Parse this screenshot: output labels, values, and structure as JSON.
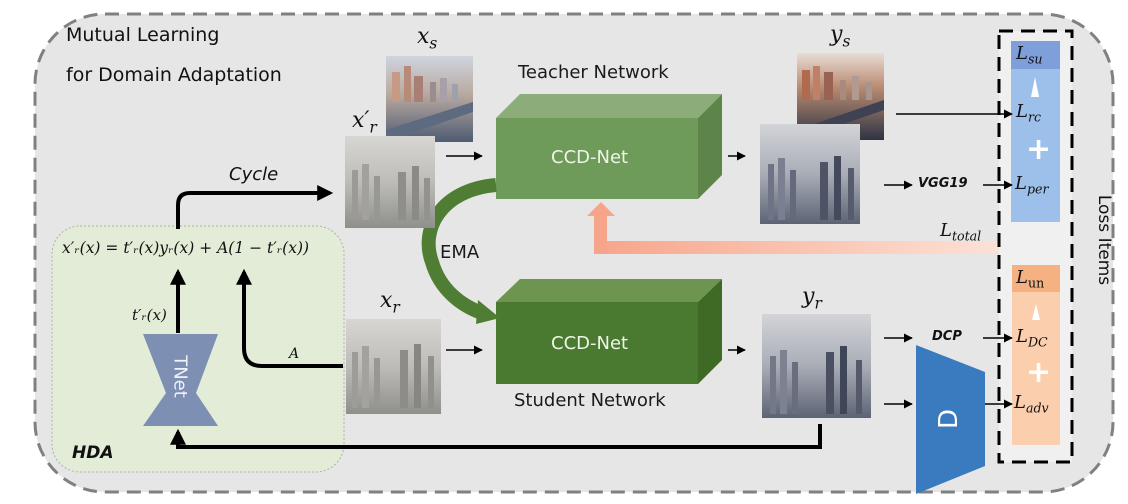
{
  "title": {
    "line1": "Mutual Learning",
    "line2": "for Domain Adaptation"
  },
  "images": {
    "x_s": {
      "label_var": "x",
      "label_sub": "s",
      "description": "clear city skyline with highway (synthetic source)"
    },
    "x_r_prime": {
      "label_var": "x′",
      "label_sub": "r",
      "description": "re-hazed real city image"
    },
    "x_r": {
      "label_var": "x",
      "label_sub": "r",
      "description": "real hazy city image"
    },
    "y_s": {
      "label_var": "y",
      "label_sub": "s",
      "description": "clear city skyline output"
    },
    "y_s_hazy": {
      "description": "teacher output of hazy city"
    },
    "y_r": {
      "label_var": "y",
      "label_sub": "r",
      "description": "student dehazed real city output"
    }
  },
  "networks": {
    "teacher": {
      "title": "Teacher Network",
      "box_label": "CCD-Net",
      "color": "#6e9a5a"
    },
    "student": {
      "title": "Student Network",
      "box_label": "CCD-Net",
      "color": "#4a7a30"
    },
    "ema_label": "EMA"
  },
  "hda": {
    "label": "HDA",
    "equation": "x′ᵣ(x) = t′ᵣ(x)yᵣ(x) + A(1 − t′ᵣ(x))",
    "tnet_label": "TNet",
    "tnet_output": "t′ᵣ(x)",
    "a_label": "A",
    "cycle_label": "Cycle",
    "bg_color": "#e2ecd6",
    "tnet_color": "#7d8fb3"
  },
  "modules": {
    "vgg": "VGG19",
    "dcp": "DCP",
    "discriminator": "D",
    "discriminator_color": "#3a7bbf"
  },
  "loss": {
    "panel_title": "Loss Items",
    "total": {
      "var": "L",
      "sub": "total"
    },
    "supervised": {
      "color": "#9dc0ea",
      "header_color": "#7f9fda",
      "items": [
        {
          "var": "L",
          "sub": "su"
        },
        {
          "var": "L",
          "sub": "rc"
        },
        {
          "var": "L",
          "sub": "per"
        }
      ]
    },
    "unsupervised": {
      "color": "#fbcfae",
      "header_color": "#f6b183",
      "items": [
        {
          "var": "L",
          "sub": "un"
        },
        {
          "var": "L",
          "sub": "DC"
        },
        {
          "var": "L",
          "sub": "adv"
        }
      ]
    },
    "feedback_arrow_color": "#f7a58a"
  }
}
